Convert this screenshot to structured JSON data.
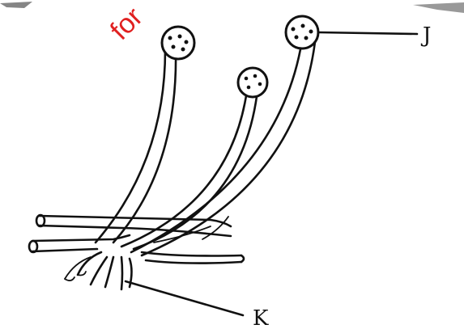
{
  "diagram": {
    "labels": {
      "J": "J",
      "K": "K"
    },
    "watermark": "for",
    "colors": {
      "ink": "#111111",
      "watermark": "#e02020",
      "background": "#ffffff"
    }
  }
}
